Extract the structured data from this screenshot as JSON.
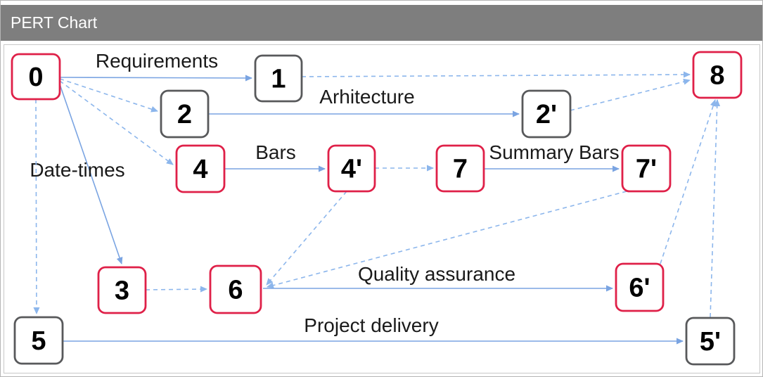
{
  "header": {
    "title": "PERT Chart"
  },
  "colors": {
    "header_bg": "#7e7e7e",
    "header_text": "#ffffff",
    "critical_node_border": "#df2048",
    "normal_node_border": "#58595b",
    "node_fill": "#ffffff",
    "solid_edge": "#7aa4e2",
    "dashed_edge": "#8cb6ec",
    "label_text": "#1a1a1a"
  },
  "diagram": {
    "type": "pert",
    "nodes": [
      {
        "id": "0",
        "label": "0",
        "critical": true
      },
      {
        "id": "1",
        "label": "1",
        "critical": false
      },
      {
        "id": "2",
        "label": "2",
        "critical": false
      },
      {
        "id": "2p",
        "label": "2'",
        "critical": false
      },
      {
        "id": "4",
        "label": "4",
        "critical": true
      },
      {
        "id": "4p",
        "label": "4'",
        "critical": true
      },
      {
        "id": "7",
        "label": "7",
        "critical": true
      },
      {
        "id": "7p",
        "label": "7'",
        "critical": true
      },
      {
        "id": "8",
        "label": "8",
        "critical": true
      },
      {
        "id": "3",
        "label": "3",
        "critical": true
      },
      {
        "id": "6",
        "label": "6",
        "critical": true
      },
      {
        "id": "6p",
        "label": "6'",
        "critical": true
      },
      {
        "id": "5",
        "label": "5",
        "critical": false
      },
      {
        "id": "5p",
        "label": "5'",
        "critical": false
      }
    ],
    "edges": [
      {
        "from": "0",
        "to": "1",
        "style": "solid",
        "label": "Requirements"
      },
      {
        "from": "0",
        "to": "2",
        "style": "dashed",
        "label": ""
      },
      {
        "from": "0",
        "to": "4",
        "style": "dashed",
        "label": ""
      },
      {
        "from": "0",
        "to": "3",
        "style": "solid",
        "label": "Date-times"
      },
      {
        "from": "0",
        "to": "5",
        "style": "dashed",
        "label": ""
      },
      {
        "from": "1",
        "to": "8",
        "style": "dashed",
        "label": ""
      },
      {
        "from": "2",
        "to": "2p",
        "style": "solid",
        "label": "Arhitecture"
      },
      {
        "from": "2p",
        "to": "8",
        "style": "dashed",
        "label": ""
      },
      {
        "from": "4",
        "to": "4p",
        "style": "solid",
        "label": "Bars"
      },
      {
        "from": "4p",
        "to": "7",
        "style": "dashed",
        "label": ""
      },
      {
        "from": "7",
        "to": "7p",
        "style": "solid",
        "label": "Summary Bars"
      },
      {
        "from": "3",
        "to": "6",
        "style": "dashed",
        "label": ""
      },
      {
        "from": "4p",
        "to": "6",
        "style": "dashed",
        "label": ""
      },
      {
        "from": "7p",
        "to": "6",
        "style": "dashed",
        "label": ""
      },
      {
        "from": "6",
        "to": "6p",
        "style": "solid",
        "label": "Quality assurance"
      },
      {
        "from": "6p",
        "to": "8",
        "style": "dashed",
        "label": ""
      },
      {
        "from": "5",
        "to": "5p",
        "style": "solid",
        "label": "Project delivery"
      },
      {
        "from": "5p",
        "to": "8",
        "style": "dashed",
        "label": ""
      }
    ]
  }
}
